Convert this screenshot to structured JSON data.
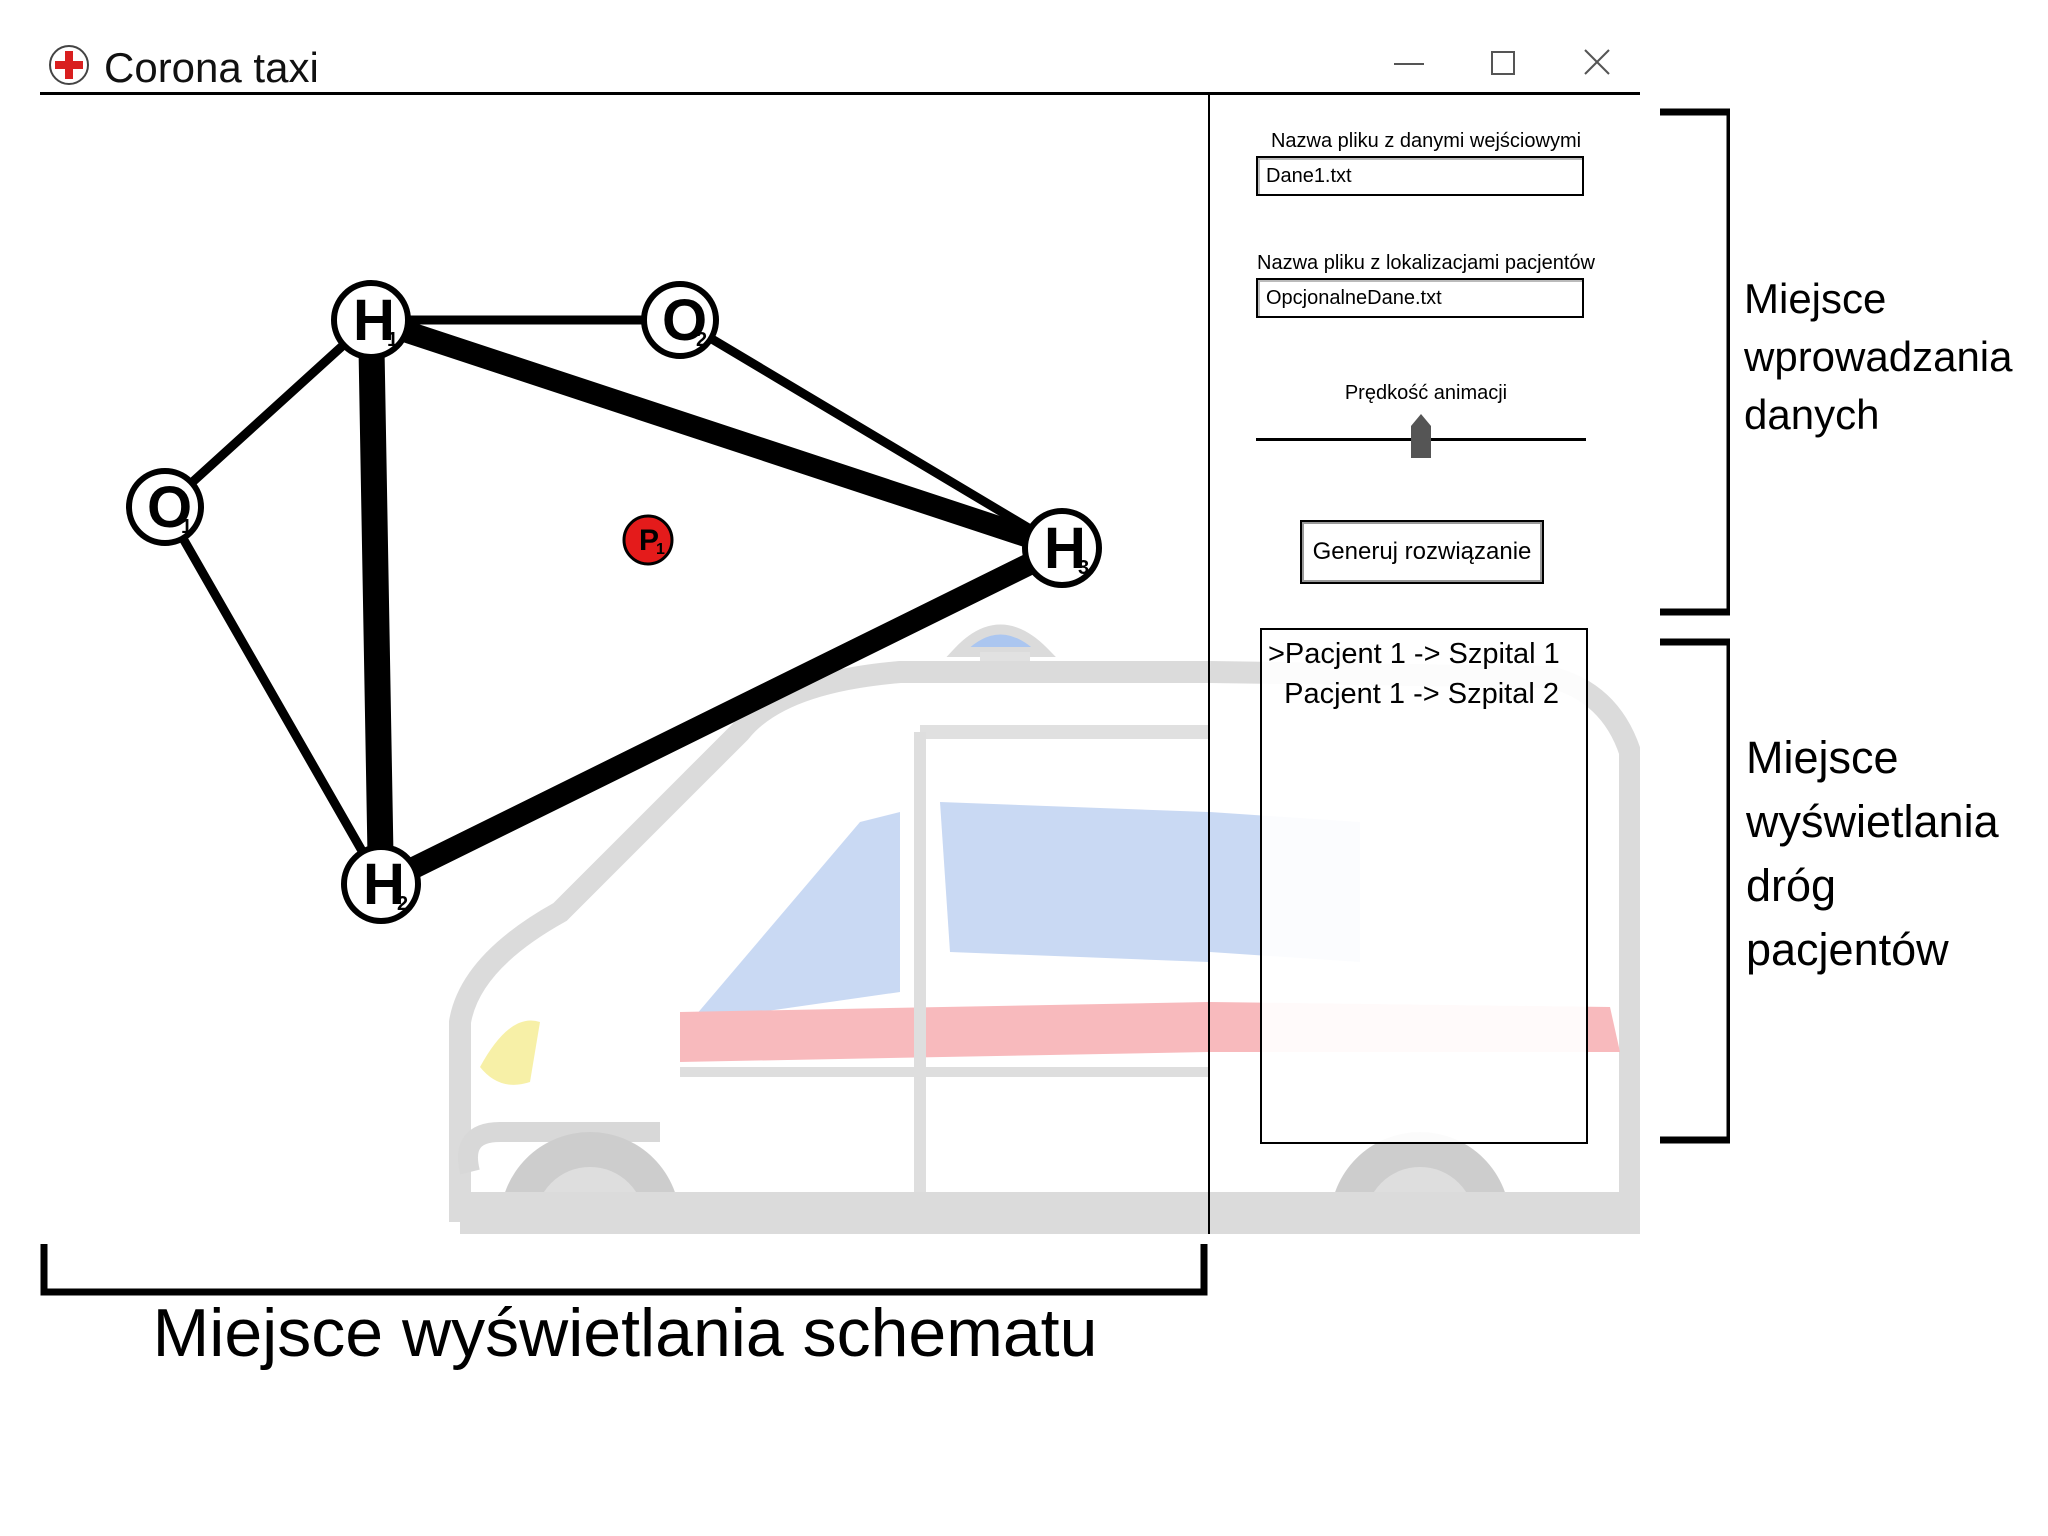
{
  "window": {
    "title": "Corona taxi",
    "icon": "red-cross-icon",
    "controls": [
      "minimize-icon",
      "maximize-icon",
      "close-icon"
    ]
  },
  "inputs": {
    "input_file_label": "Nazwa pliku z danymi wejściowymi",
    "input_file_value": "Dane1.txt",
    "patients_file_label": "Nazwa pliku z lokalizacjami pacjentów",
    "patients_file_value": "OpcjonalneDane.txt",
    "speed_label": "Prędkość animacji",
    "speed_value": 0.5,
    "generate_button": "Generuj rozwiązanie"
  },
  "routes": [
    ">Pacjent 1 -> Szpital 1",
    " Pacjent 1 -> Szpital 2"
  ],
  "graph": {
    "nodes": [
      {
        "id": "H1",
        "letter": "H",
        "sub": "1"
      },
      {
        "id": "O2",
        "letter": "O",
        "sub": "2"
      },
      {
        "id": "O1",
        "letter": "O",
        "sub": "1"
      },
      {
        "id": "H3",
        "letter": "H",
        "sub": "3"
      },
      {
        "id": "H2",
        "letter": "H",
        "sub": "2"
      },
      {
        "id": "P1",
        "letter": "P",
        "sub": "1"
      }
    ],
    "edges": [
      {
        "from": "H1",
        "to": "O2"
      },
      {
        "from": "H1",
        "to": "H3"
      },
      {
        "from": "H1",
        "to": "O1"
      },
      {
        "from": "H1",
        "to": "H2"
      },
      {
        "from": "O2",
        "to": "H3"
      },
      {
        "from": "O1",
        "to": "H2"
      },
      {
        "from": "H2",
        "to": "H3"
      }
    ]
  },
  "annotations": {
    "input_area": [
      "Miejsce",
      "wprowadzania",
      "danych"
    ],
    "routes_area": [
      "Miejsce",
      "wyświetlania",
      "dróg",
      "pacjentów"
    ],
    "schema_area": "Miejsce wyświetlania schematu"
  },
  "colors": {
    "patient": "#e41b1b",
    "ambulance_window": "#b8cdf0",
    "ambulance_stripe": "#f6a3a8",
    "ambulance_light": "#8fb3ec",
    "headlight": "#f5ec8a"
  }
}
